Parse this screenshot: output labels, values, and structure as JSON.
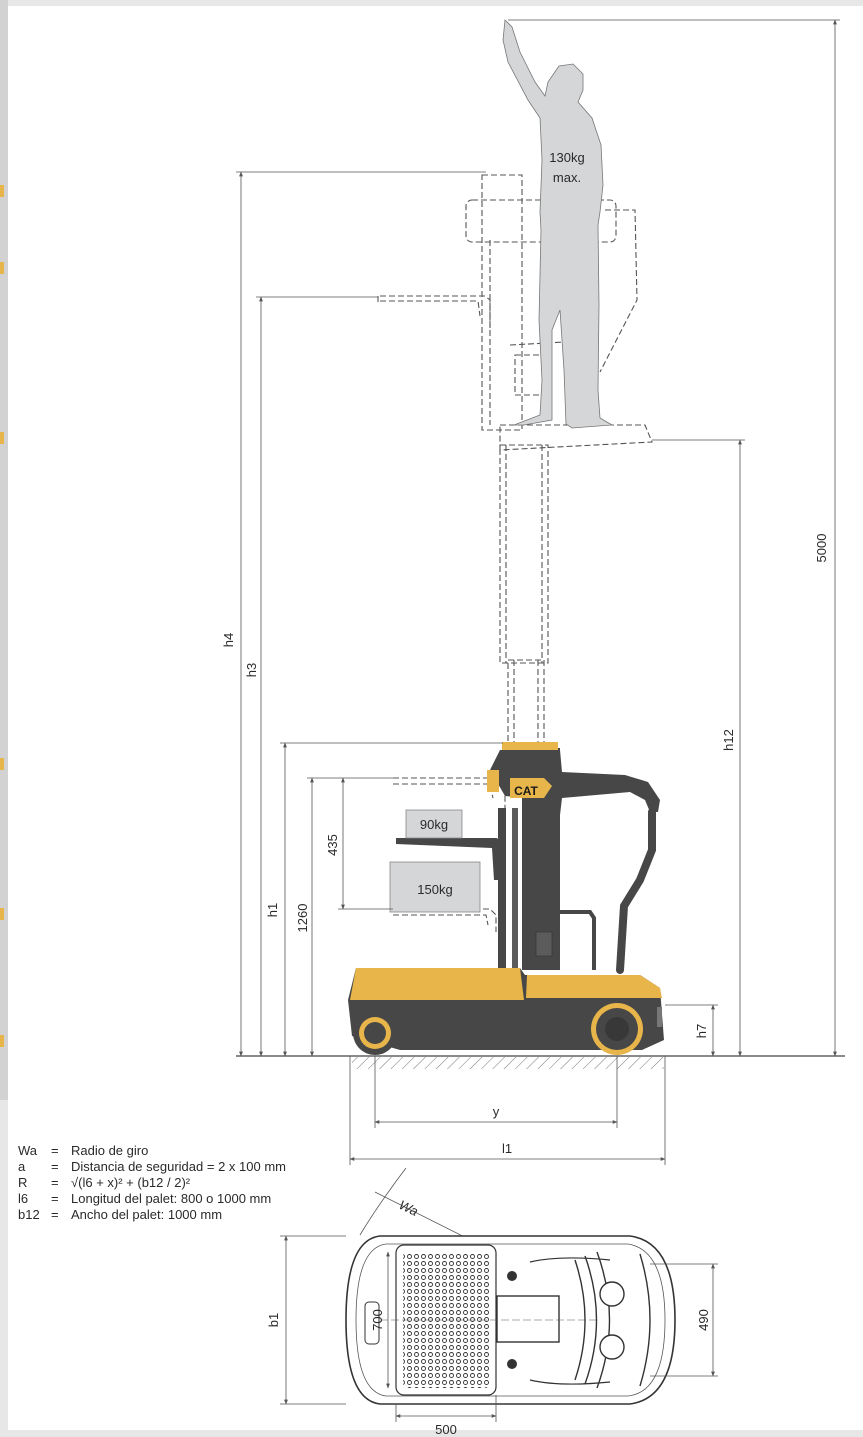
{
  "colors": {
    "background": "#e7e7e7",
    "panel": "#ffffff",
    "machine_body": "#474747",
    "machine_accent": "#e7b549",
    "figure": "#d4d6d8",
    "dimension_line": "#555555"
  },
  "icons": {
    "brand_logo": "cat-logo"
  },
  "labels": {
    "load_operator": "130kg",
    "load_operator_max": "max.",
    "load_tray": "90kg",
    "load_base": "150kg",
    "brand": "CAT"
  },
  "dimensions": {
    "h4": "h4",
    "h3": "h3",
    "h1": "h1",
    "d1260": "1260",
    "d435": "435",
    "h12": "h12",
    "d5000": "5000",
    "h7": "h7",
    "y": "y",
    "l1": "l1",
    "wa": "Wa",
    "b1": "b1",
    "d700": "700",
    "d490": "490",
    "d500": "500"
  },
  "legend": [
    {
      "key": "Wa",
      "eq": "=",
      "text": "Radio de giro"
    },
    {
      "key": "a",
      "eq": "=",
      "text": "Distancia de seguridad = 2 x 100 mm"
    },
    {
      "key": "R",
      "eq": "=",
      "text": "√(l6 + x)² + (b12 / 2)²"
    },
    {
      "key": "l6",
      "eq": "=",
      "text": "Longitud del palet: 800 o 1000 mm"
    },
    {
      "key": "b12",
      "eq": "=",
      "text": "Ancho del palet: 1000 mm"
    }
  ]
}
